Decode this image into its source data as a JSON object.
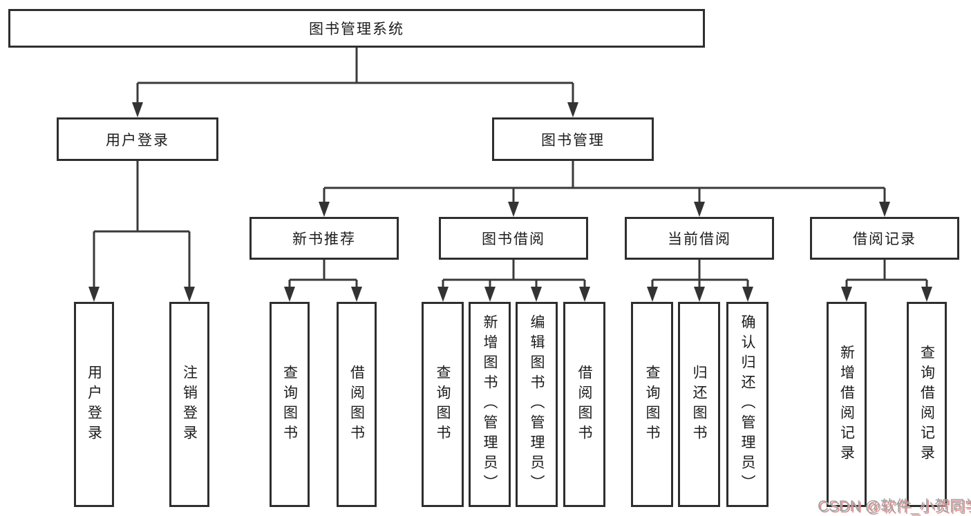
{
  "diagram": {
    "root": {
      "label": "图书管理系统"
    },
    "level2": [
      {
        "label": "用户登录"
      },
      {
        "label": "图书管理"
      }
    ],
    "level3": [
      {
        "label": "新书推荐"
      },
      {
        "label": "图书借阅"
      },
      {
        "label": "当前借阅"
      },
      {
        "label": "借阅记录"
      }
    ],
    "leaf_groups": [
      {
        "parent": "用户登录",
        "items": [
          {
            "label": "用户登录"
          },
          {
            "label": "注销登录"
          }
        ]
      },
      {
        "parent": "新书推荐",
        "items": [
          {
            "label": "查询图书"
          },
          {
            "label": "借阅图书"
          }
        ]
      },
      {
        "parent": "图书借阅",
        "items": [
          {
            "label": "查询图书"
          },
          {
            "label": "新增图书（管理员）"
          },
          {
            "label": "编辑图书（管理员）"
          },
          {
            "label": "借阅图书"
          }
        ]
      },
      {
        "parent": "当前借阅",
        "items": [
          {
            "label": "查询图书"
          },
          {
            "label": "归还图书"
          },
          {
            "label": "确认归还（管理员）"
          }
        ]
      },
      {
        "parent": "借阅记录",
        "items": [
          {
            "label": "新增借阅记录"
          },
          {
            "label": "查询借阅记录"
          }
        ]
      }
    ]
  },
  "watermark": {
    "text": "CSDN @软件_小贺同学"
  },
  "colors": {
    "background": "#ffffff",
    "box_fill": "#ffffff",
    "box_border": "#2e2e2e",
    "line": "#3a3a3a",
    "text": "#1c1c1c",
    "watermark_text": "#a3a3a3",
    "watermark_shadow": "#de9090"
  }
}
